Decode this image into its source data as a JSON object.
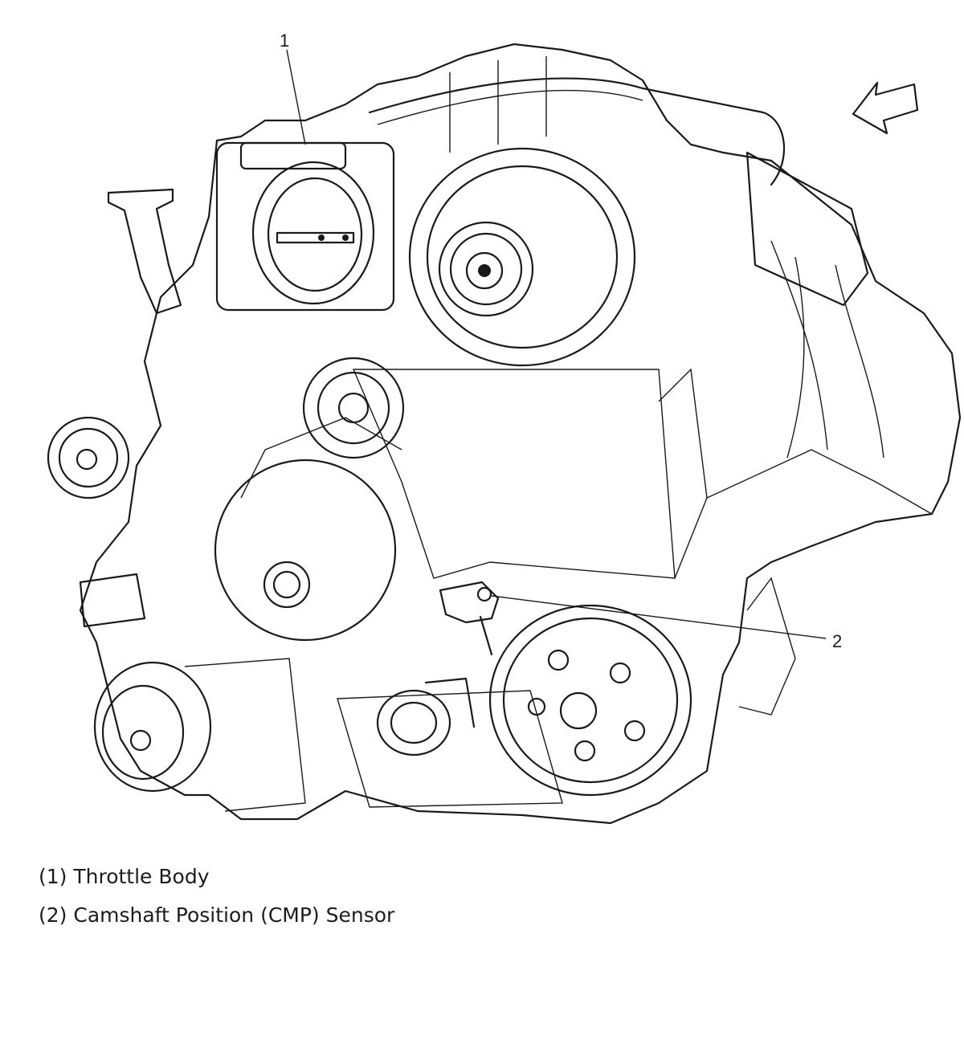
{
  "callouts": [
    {
      "number": "1"
    },
    {
      "number": "2"
    }
  ],
  "legend": [
    {
      "text": "(1) Throttle Body"
    },
    {
      "text": "(2) Camshaft Position (CMP) Sensor"
    }
  ]
}
